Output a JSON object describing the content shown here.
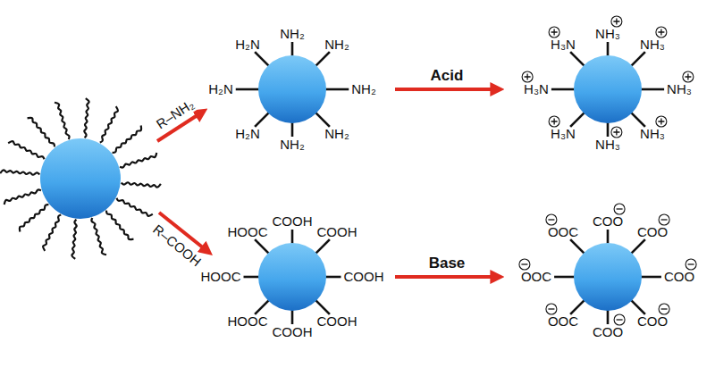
{
  "diagram": {
    "nodes": [
      {
        "text": [
          "NH₂",
          "H₂N",
          "NH₂",
          "H₂N",
          "NH₂",
          "H₂N",
          "NH₂",
          "NH₂"
        ]
      },
      {
        "text": [
          "NH₃",
          "H₃N",
          "NH₃",
          "H₃N",
          "NH₃",
          "H₃N",
          "NH₃",
          "NH₃"
        ]
      },
      {
        "text": [
          "COOH",
          "HOOC",
          "COOH",
          "HOOC",
          "COOH",
          "HOOC",
          "COOH",
          "COOH"
        ]
      },
      {
        "text": [
          "COO",
          "OOC",
          "COO",
          "OOC",
          "COO",
          "OOC",
          "COO",
          "COO"
        ]
      }
    ],
    "edges": [
      {
        "from": 0,
        "to": 1,
        "arrow": "to",
        "label": "Acid"
      },
      {
        "from": 2,
        "to": 3,
        "arrow": "to",
        "label": "Base"
      }
    ],
    "labels": [
      "R–NH₂",
      "R–COOH"
    ]
  }
}
